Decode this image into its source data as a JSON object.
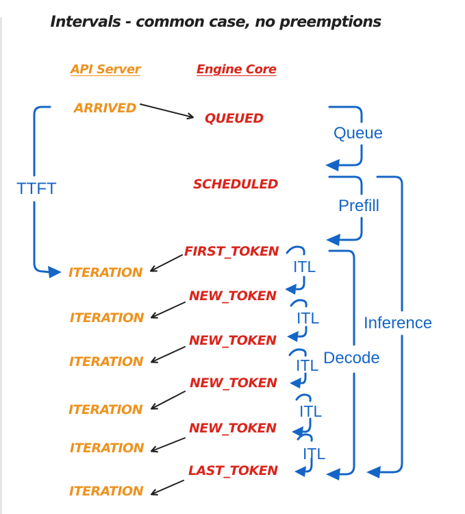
{
  "title": "Intervals - common case, no preemptions",
  "columns": {
    "api_server": "API Server",
    "engine_core": "Engine Core"
  },
  "api_events": {
    "arrived": "ARRIVED",
    "iterations": [
      "ITERATION",
      "ITERATION",
      "ITERATION",
      "ITERATION",
      "ITERATION",
      "ITERATION"
    ]
  },
  "engine_events": {
    "queued": "QUEUED",
    "scheduled": "SCHEDULED",
    "first_token": "FIRST_TOKEN",
    "new_tokens": [
      "NEW_TOKEN",
      "NEW_TOKEN",
      "NEW_TOKEN",
      "NEW_TOKEN"
    ],
    "last_token": "LAST_TOKEN"
  },
  "intervals": {
    "ttft": "TTFT",
    "queue": "Queue",
    "prefill": "Prefill",
    "itl": [
      "ITL",
      "ITL",
      "ITL",
      "ITL",
      "ITL"
    ],
    "decode": "Decode",
    "inference": "Inference"
  },
  "colors": {
    "orange": "#EE921F",
    "red": "#D9251C",
    "blue": "#1565C6",
    "ink": "#202020"
  }
}
